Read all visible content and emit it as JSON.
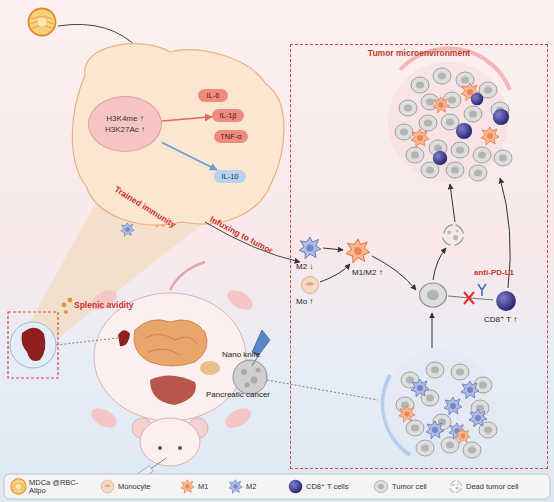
{
  "diagram": {
    "nodes": [
      {
        "text": [
          "H3K4me ↑",
          "H3K27Ac ↑"
        ]
      },
      {
        "text": [
          "IL-6"
        ]
      },
      {
        "text": [
          "IL-1β"
        ]
      },
      {
        "text": [
          "TNF-α"
        ]
      },
      {
        "text": [
          "IL-10"
        ]
      },
      {
        "text": [
          "Tumor microenvironment"
        ]
      }
    ],
    "edges": [
      {
        "from": 0,
        "to": 2,
        "arrow": "to"
      },
      {
        "from": 0,
        "to": 4,
        "arrow": "to"
      }
    ],
    "labels": [
      "Trained immunity",
      "Infuxing to tumor",
      "M2 ↓",
      "M1/M2 ↑",
      "Mo ↑",
      "anti-PD-L1",
      "CD8⁺ T ↑",
      "Splenic avidity",
      "Nano knife",
      "Pancreatic cancer"
    ],
    "legend": [
      {
        "text": "MDCa @RBC-Alipo"
      },
      {
        "text": "Monocyte"
      },
      {
        "text": "M1"
      },
      {
        "text": "M2"
      },
      {
        "text": "CD8⁺ T cells"
      },
      {
        "text": "Tumor cell"
      },
      {
        "text": "Dead tumor cell"
      }
    ]
  }
}
